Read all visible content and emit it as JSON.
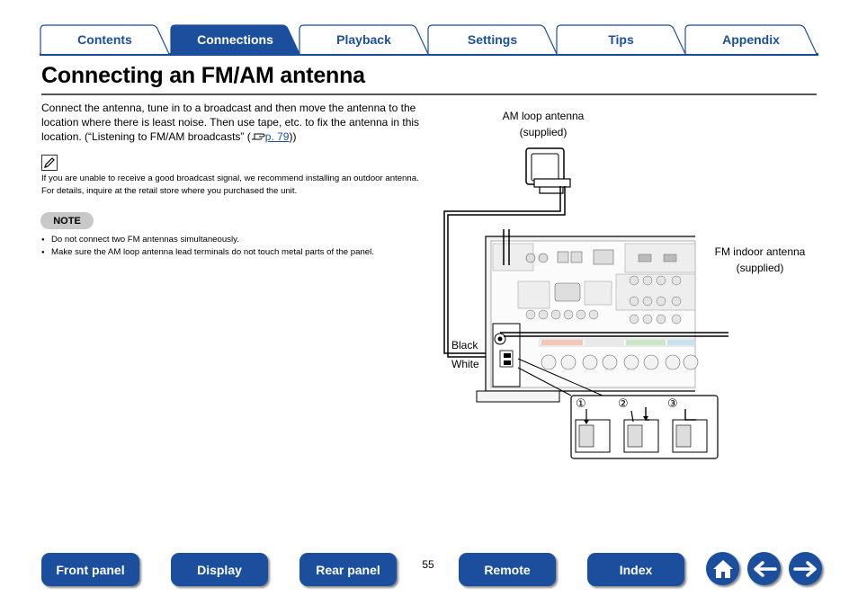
{
  "tabs": [
    {
      "label": "Contents"
    },
    {
      "label": "Connections",
      "active": true
    },
    {
      "label": "Playback"
    },
    {
      "label": "Settings"
    },
    {
      "label": "Tips"
    },
    {
      "label": "Appendix"
    }
  ],
  "page": {
    "title": "Connecting an FM/AM antenna",
    "intro_text": "Connect the antenna, tune in to a broadcast and then move the antenna to the location where there is least noise. Then use tape, etc. to fix the antenna in this location. (“Listening to FM/AM broadcasts” (",
    "intro_ref": "p. 79",
    "intro_tail": "))",
    "memo_text": "If you are unable to receive a good broadcast signal, we recommend installing an outdoor antenna. For details, inquire at the retail store where you purchased the unit.",
    "note_label": "NOTE",
    "notes": [
      "Do not connect two FM antennas simultaneously.",
      "Make sure the AM loop antenna lead terminals do not touch metal parts of the panel."
    ]
  },
  "diagram": {
    "am_label_1": "AM loop antenna",
    "am_label_2": "(supplied)",
    "fm_label_1": "FM indoor antenna",
    "fm_label_2": "(supplied)",
    "black_label": "Black",
    "white_label": "White",
    "step_1": "①",
    "step_2": "②",
    "step_3": "③"
  },
  "footer": {
    "front_panel": "Front panel",
    "display": "Display",
    "rear_panel": "Rear panel",
    "page_number": "55",
    "remote": "Remote",
    "index": "Index",
    "home_icon": "home-icon",
    "back_icon": "arrow-left-icon",
    "forward_icon": "arrow-right-icon"
  },
  "colors": {
    "brand_blue": "#1b4f9e",
    "tab_text": "#1d4f9c"
  }
}
